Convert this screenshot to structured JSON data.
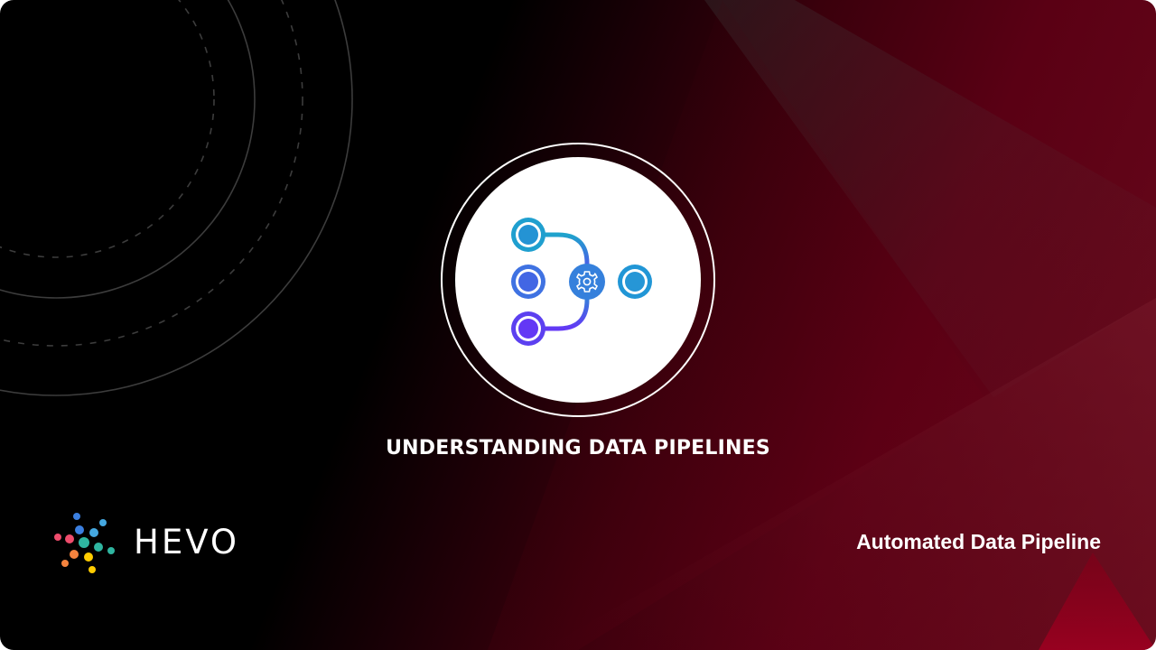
{
  "banner": {
    "title": "UNDERSTANDING DATA PIPELINES",
    "tagline": "Automated Data Pipeline",
    "brand": {
      "name": "HEVO",
      "logo_icon": "hevo-dots-logo",
      "logo_colors": [
        "#3b7fe0",
        "#45a8e0",
        "#ee4c6c",
        "#2fb5a0",
        "#f4833e",
        "#ffcc00"
      ]
    },
    "hero_icon": {
      "name": "data-pipeline-icon",
      "nodes": [
        "source-node-1",
        "source-node-2",
        "source-node-3",
        "gear-processor",
        "destination-node"
      ],
      "gradient": [
        "#1fa3cc",
        "#6338f5"
      ]
    },
    "colors": {
      "background_start": "#000000",
      "background_end": "#6a0a1c",
      "accent_red": "#8a0019",
      "text": "#ffffff"
    }
  }
}
